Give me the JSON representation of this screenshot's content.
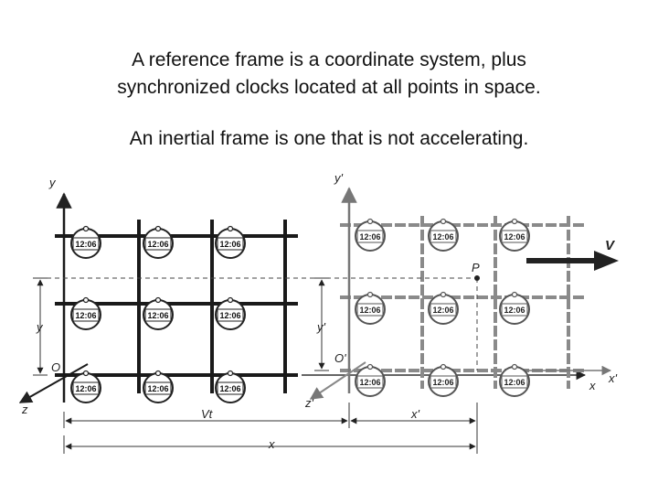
{
  "caption": {
    "line1": "A reference frame is a coordinate system, plus",
    "line2": "synchronized clocks located at all points in space.",
    "line3": "An inertial frame is one that is not accelerating."
  },
  "diagram": {
    "clock_time": "12:06",
    "frame_S": {
      "y_axis": "y",
      "x_axis": "x",
      "z_axis": "z",
      "origin": "O"
    },
    "frame_S_prime": {
      "y_axis": "y'",
      "x_axis": "x'",
      "z_axis": "z'",
      "origin": "O'"
    },
    "point_label": "P",
    "velocity_label": "V",
    "dimensions": {
      "y_height": "y",
      "y_prime_height": "y'",
      "vt_distance": "Vt",
      "x_prime_distance": "x'",
      "x_distance": "x"
    }
  }
}
